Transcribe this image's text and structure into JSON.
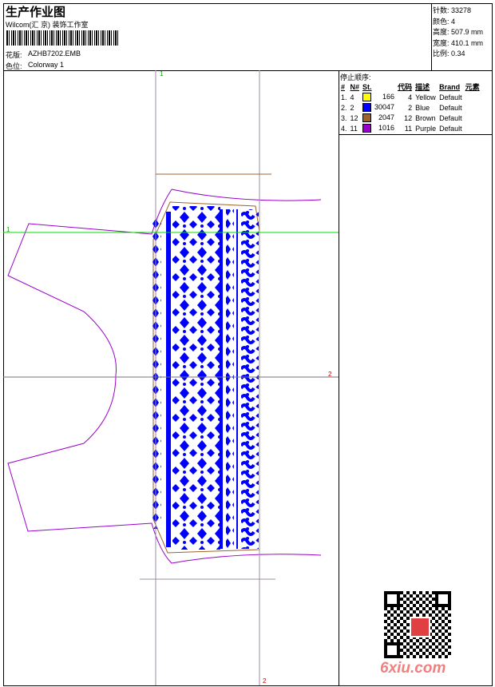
{
  "header": {
    "title": "生产作业图",
    "company": "Wilcom(汇 京) 装饰工作室",
    "design_label": "花版:",
    "design_value": "AZHB7202.EMB",
    "colorway_label": "色位:",
    "colorway_value": "Colorway 1"
  },
  "info": [
    {
      "label": "针数:",
      "value": "33278"
    },
    {
      "label": "颜色:",
      "value": "4"
    },
    {
      "label": "高度:",
      "value": "507.9 mm"
    },
    {
      "label": "宽度:",
      "value": "410.1 mm"
    },
    {
      "label": "比例:",
      "value": "0.34"
    }
  ],
  "stop_sequence": {
    "title": "停止顺序:",
    "columns": [
      "#",
      "N#",
      "St.",
      "代码",
      "描述",
      "Brand",
      "元素"
    ],
    "rows": [
      {
        "idx": "1.",
        "n": "4",
        "color": "#ffff00",
        "st": "166",
        "code": "4",
        "desc": "Yellow",
        "brand": "Default"
      },
      {
        "idx": "2.",
        "n": "2",
        "color": "#0000ff",
        "st": "30047",
        "code": "2",
        "desc": "Blue",
        "brand": "Default"
      },
      {
        "idx": "3.",
        "n": "12",
        "color": "#a0622d",
        "st": "2047",
        "code": "12",
        "desc": "Brown",
        "brand": "Default"
      },
      {
        "idx": "4.",
        "n": "11",
        "color": "#9900cc",
        "st": "1016",
        "code": "11",
        "desc": "Purple",
        "brand": "Default"
      }
    ]
  },
  "guides": {
    "v1": "1",
    "h1": "1",
    "h2": "2",
    "v2": "2"
  },
  "watermark": "6xiu.com"
}
